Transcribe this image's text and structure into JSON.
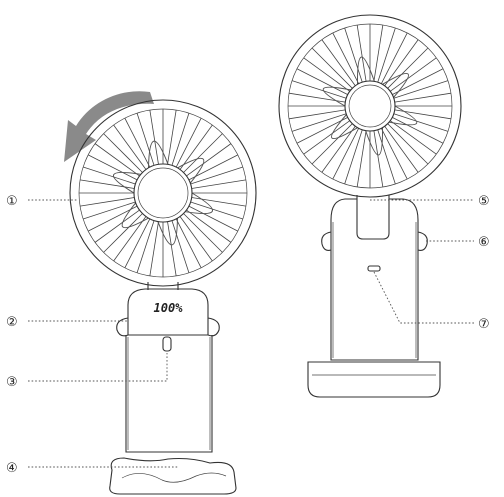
{
  "display": {
    "reading": "100%"
  },
  "callouts": [
    {
      "number": "①"
    },
    {
      "number": "②"
    },
    {
      "number": "③"
    },
    {
      "number": "④"
    },
    {
      "number": "⑤"
    },
    {
      "number": "⑥"
    },
    {
      "number": "⑦"
    }
  ],
  "colors": {
    "line": "#333333",
    "arrow": "#8a8a8a",
    "background": "#ffffff"
  },
  "icons": [
    "rotation-arrow-icon"
  ]
}
